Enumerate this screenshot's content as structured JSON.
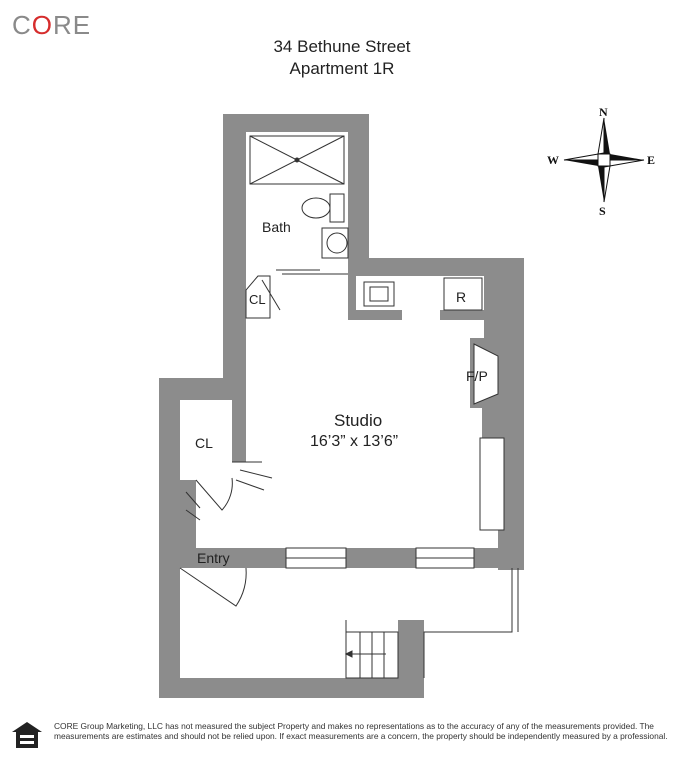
{
  "brand": {
    "logo_prefix": "C",
    "logo_accent": "O",
    "logo_suffix": "RE",
    "gray": "#8a8a8a",
    "red": "#d62d2d"
  },
  "header": {
    "address": "34 Bethune Street",
    "unit": "Apartment 1R"
  },
  "rooms": {
    "bath": "Bath",
    "closet_1": "CL",
    "refrigerator": "R",
    "fireplace": "F/P",
    "studio": "Studio",
    "studio_dimensions": "16’3” x 13’6”",
    "closet_2": "CL",
    "entry": "Entry"
  },
  "compass": {
    "north": "N",
    "south": "S",
    "east": "E",
    "west": "W"
  },
  "colors": {
    "wall": "#8c8c8c",
    "line": "#333333"
  },
  "footer": {
    "disclaimer": "CORE Group Marketing, LLC has not measured the subject Property and makes no representations as to the accuracy of any of the measurements provided. The measurements are estimates and should not be relied upon. If exact measurements are a concern, the property should be independently measured by a professional."
  }
}
